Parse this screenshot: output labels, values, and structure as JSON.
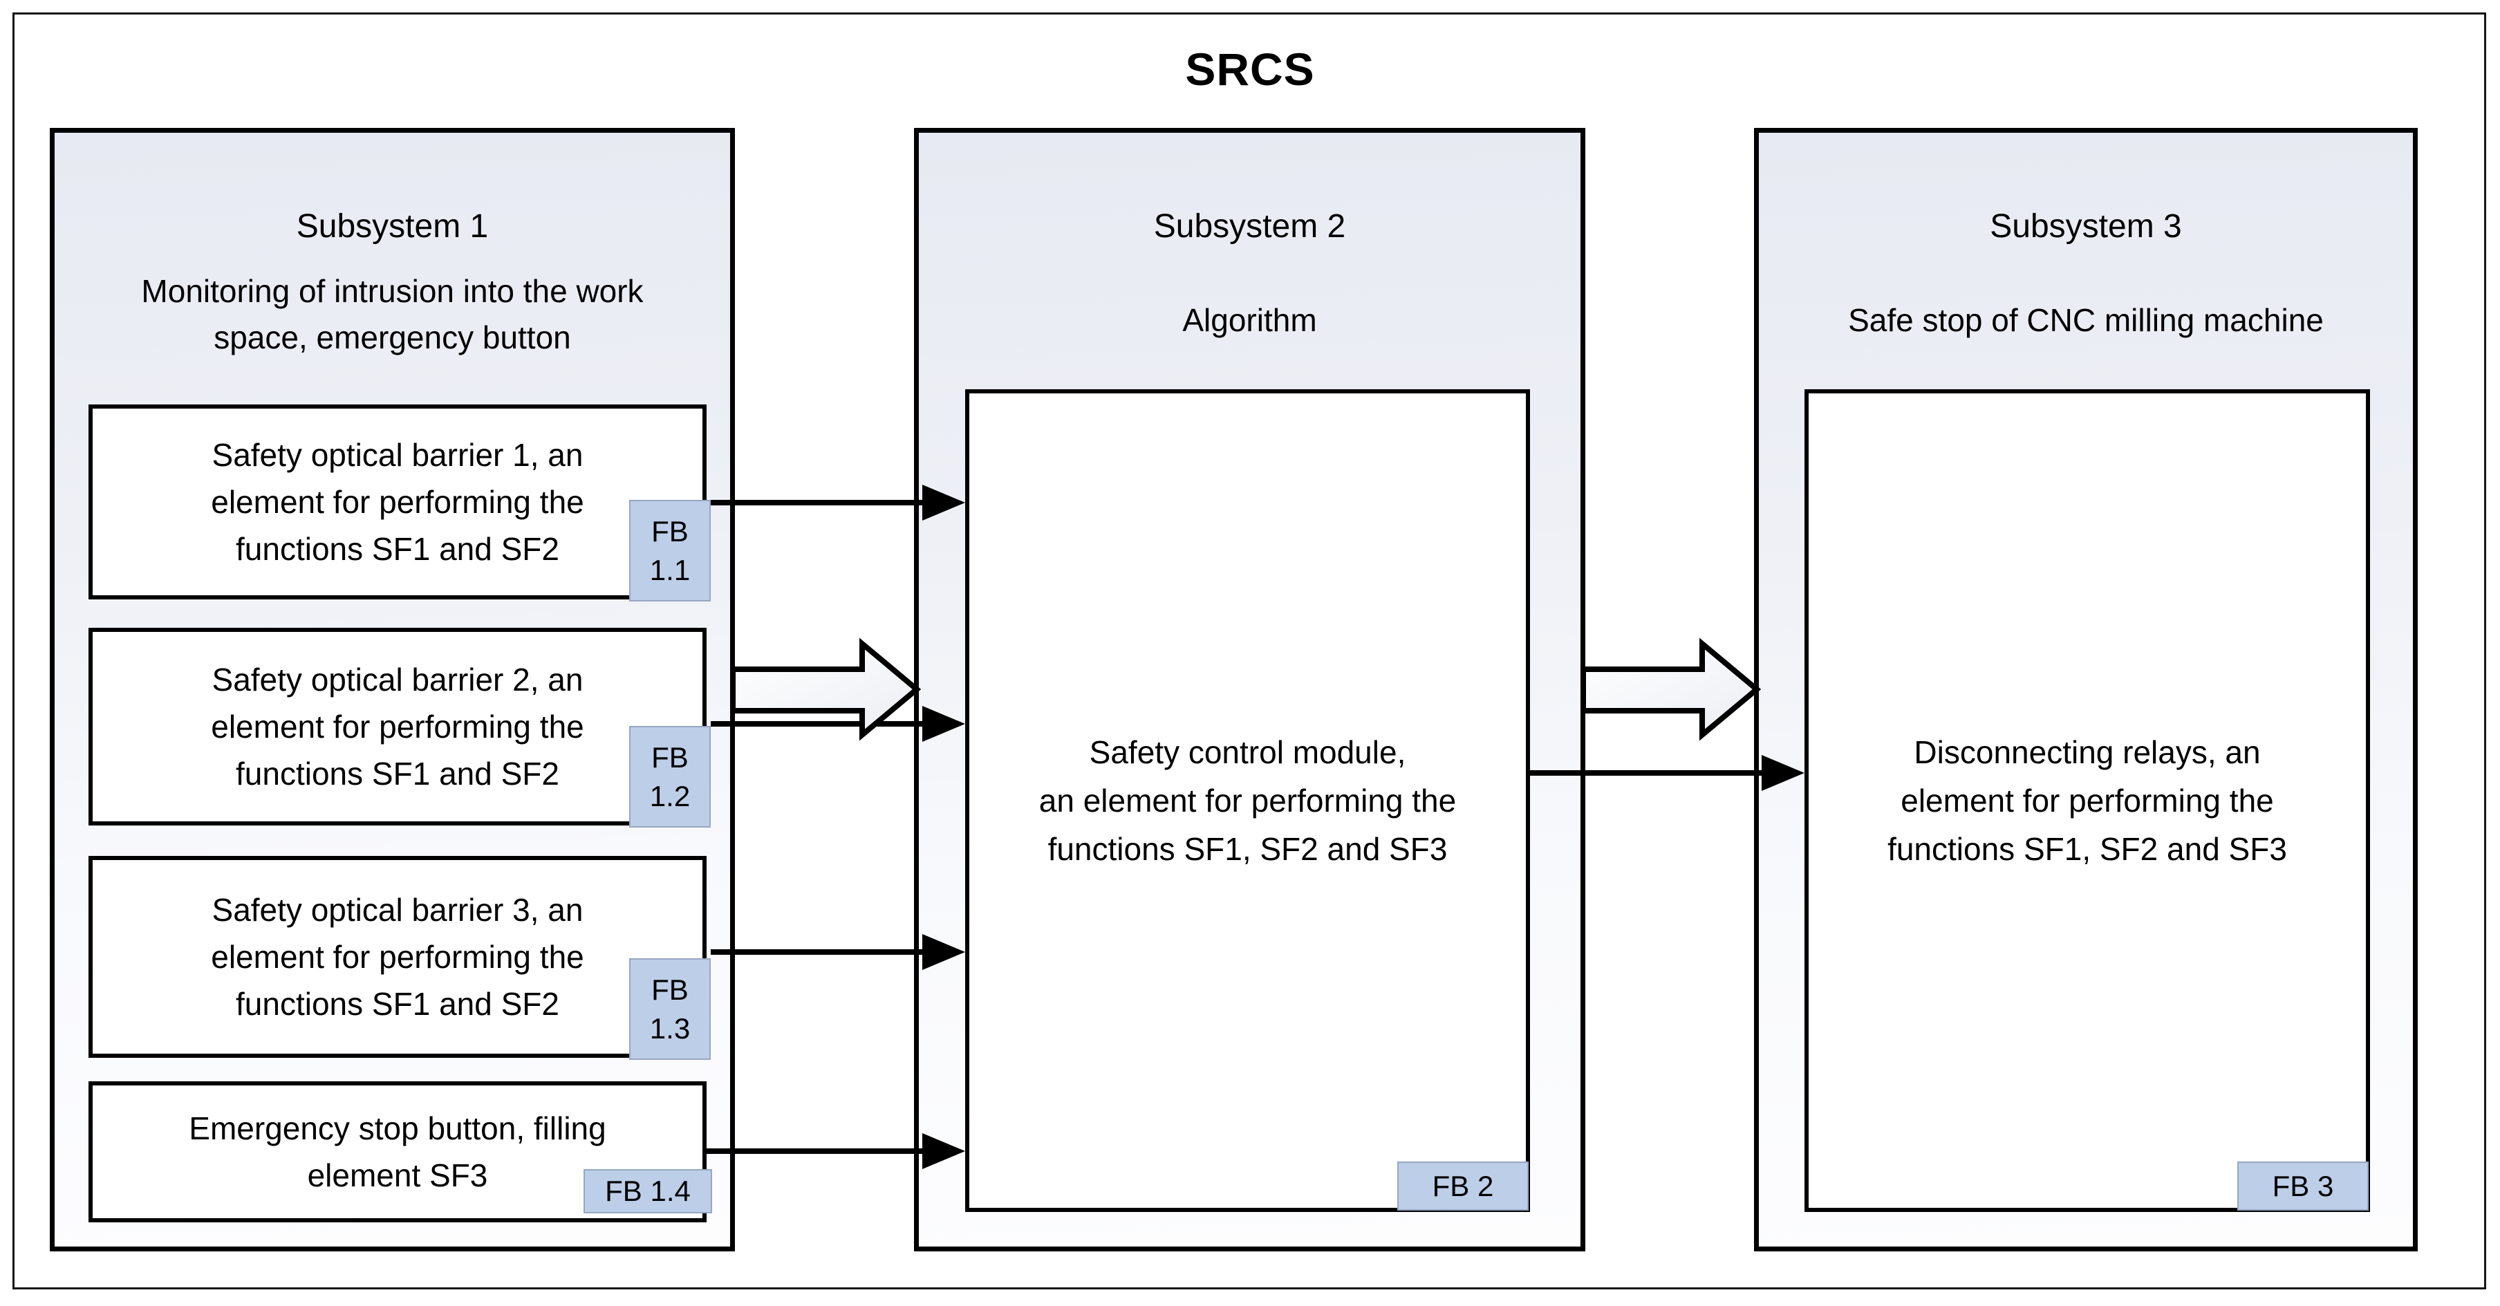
{
  "title": "SRCS",
  "colors": {
    "tag_fill": "#bdcee8",
    "panel_gradient_top": "#e7eaf2",
    "panel_gradient_bottom": "#fdfdfe",
    "line_color": "#000000",
    "box_fill": "#ffffff"
  },
  "subsystems": [
    {
      "name": "Subsystem 1",
      "description": "Monitoring of intrusion into the work space, emergency button",
      "blocks": [
        {
          "lines": [
            "Safety optical barrier 1, an",
            "element for performing the",
            "functions SF1 and SF2"
          ],
          "tag": "FB 1.1"
        },
        {
          "lines": [
            "Safety optical barrier 2, an",
            "element for performing the",
            "functions SF1 and SF2"
          ],
          "tag": "FB 1.2"
        },
        {
          "lines": [
            "Safety optical barrier 3, an",
            "element for performing the",
            "functions SF1 and SF2"
          ],
          "tag": "FB 1.3"
        },
        {
          "lines": [
            "Emergency stop button, filling",
            "element SF3"
          ],
          "tag": "FB 1.4"
        }
      ]
    },
    {
      "name": "Subsystem 2",
      "description": "Algorithm",
      "blocks": [
        {
          "lines": [
            "Safety control module,",
            "an element for performing the",
            "functions SF1, SF2 and SF3"
          ],
          "tag": "FB 2"
        }
      ]
    },
    {
      "name": "Subsystem 3",
      "description": "Safe stop of CNC milling machine",
      "blocks": [
        {
          "lines": [
            "Disconnecting relays, an",
            "element for performing the",
            "functions SF1, SF2 and SF3"
          ],
          "tag": "FB 3"
        }
      ]
    }
  ]
}
